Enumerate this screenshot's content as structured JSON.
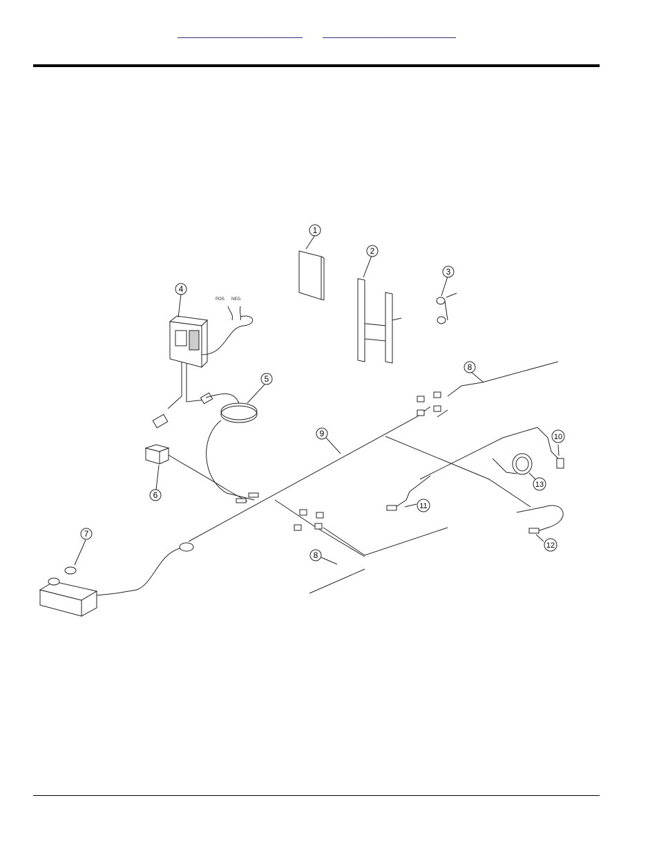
{
  "header": {
    "links": [
      {
        "label": ""
      },
      {
        "label": ""
      }
    ]
  },
  "diagram": {
    "callouts": [
      "1",
      "2",
      "3",
      "4",
      "5",
      "6",
      "7",
      "8",
      "9",
      "10",
      "11",
      "12",
      "13"
    ],
    "second_callout_8": "8",
    "display_terminal_labels": {
      "positive": "POS.",
      "negative": "NEG."
    }
  },
  "colors": {
    "line": "#222222",
    "link": "#2b2bd6",
    "rule": "#000000"
  }
}
